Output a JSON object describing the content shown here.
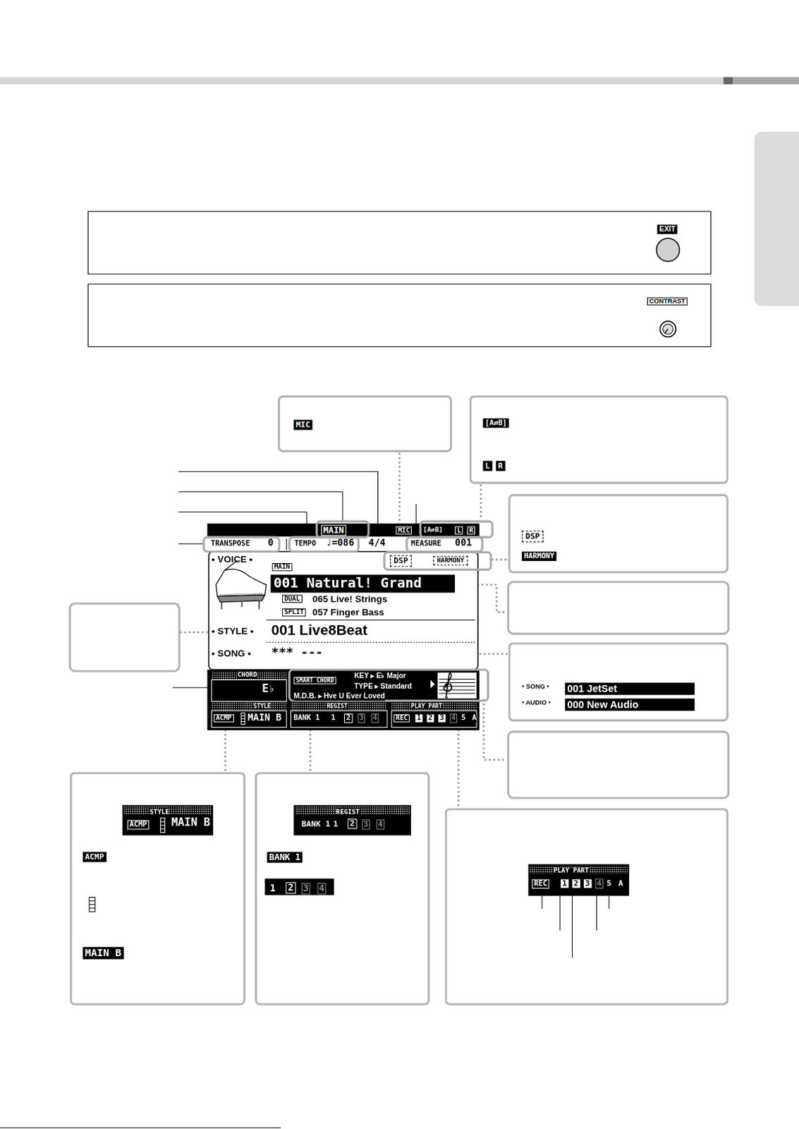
{
  "diagram": {
    "nodes": [
      {
        "text": [
          "EXIT"
        ]
      },
      {
        "text": [
          "CONTRAST"
        ]
      },
      {
        "text": [
          "MIC"
        ]
      },
      {
        "text": [
          "[A⇄B]",
          "L",
          "R"
        ]
      },
      {
        "text": [
          "DSP",
          "HARMONY"
        ]
      },
      {
        "text": [
          "• SONG •",
          "001 JetSet",
          "• AUDIO •",
          "000 New Audio"
        ]
      },
      {
        "text": [
          "STYLE",
          "ACMP",
          "MAIN B",
          "ACMP",
          "MAIN B"
        ]
      },
      {
        "text": [
          "REGIST",
          "BANK 1",
          "1",
          "2",
          "3",
          "4",
          "BANK 1",
          "1",
          "2",
          "3",
          "4"
        ]
      },
      {
        "text": [
          "PLAY PART",
          "REC",
          "1",
          "2",
          "3",
          "4",
          "5",
          "A"
        ]
      }
    ],
    "labels": [
      "MAIN",
      "MIC",
      "[A⇄B]",
      "L",
      "R",
      "TRANSPOSE",
      "0",
      "TEMPO",
      "♩=086",
      "4/4",
      "MEASURE",
      "001",
      "• VOICE •",
      "MAIN",
      "DSP",
      "HARMONY",
      "001 Natural! Grand",
      "DUAL",
      "065 Live! Strings",
      "SPLIT",
      "057 Finger Bass",
      "• STYLE •",
      "001 Live8Beat",
      "• SONG •",
      "*** ---",
      "CHORD",
      "E♭",
      "SMART CHORD",
      "KEY ▸ E♭ Major",
      "TYPE ▸ Standard",
      "M.D.B. ▸ Hve U Ever Loved",
      "STYLE",
      "ACMP",
      "MAIN B",
      "REGIST",
      "BANK 1",
      "1",
      "2",
      "3",
      "4",
      "PLAY PART",
      "REC",
      "1",
      "2",
      "3",
      "4",
      "5",
      "A"
    ]
  }
}
